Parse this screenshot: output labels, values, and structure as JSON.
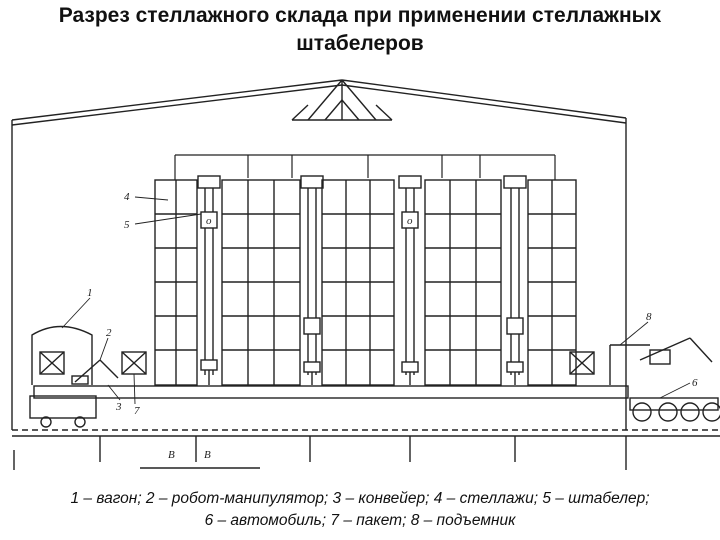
{
  "title": {
    "line1": "Разрез стеллажного склада при применении стеллажных",
    "line2": "штабелеров"
  },
  "callouts": [
    "1",
    "2",
    "3",
    "4",
    "5",
    "6",
    "7",
    "8"
  ],
  "dimension_labels": [
    "В",
    "В"
  ],
  "crane_tags": [
    "о",
    "о"
  ],
  "caption": {
    "line1": "1 – вагон; 2 – робот-манипулятор; 3 – конвейер; 4 – стеллажи; 5 – штабелер;",
    "line2": "6 – автомобиль; 7 – пакет; 8 – подъемник"
  }
}
